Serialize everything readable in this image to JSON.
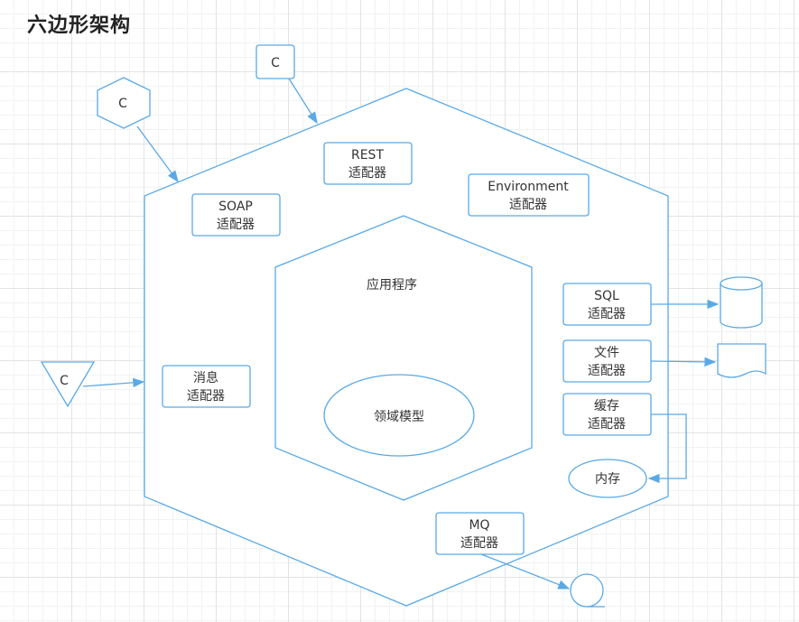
{
  "title": "六边形架构",
  "inner_hexagon_label": "应用程序",
  "domain_model_label": "领域模型",
  "clients": {
    "client_top": "C",
    "client_hex": "C",
    "client_triangle": "C"
  },
  "adapters": {
    "rest": {
      "line1": "REST",
      "line2": "适配器"
    },
    "soap": {
      "line1": "SOAP",
      "line2": "适配器"
    },
    "environment": {
      "line1": "Environment",
      "line2": "适配器"
    },
    "sql": {
      "line1": "SQL",
      "line2": "适配器"
    },
    "file": {
      "line1": "文件",
      "line2": "适配器"
    },
    "cache": {
      "line1": "缓存",
      "line2": "适配器"
    },
    "message": {
      "line1": "消息",
      "line2": "适配器"
    },
    "mq": {
      "line1": "MQ",
      "line2": "适配器"
    }
  },
  "memory_label": "内存",
  "colors": {
    "stroke": "#5aa9e6",
    "arrow": "#5aa9e6",
    "text": "#333333"
  }
}
